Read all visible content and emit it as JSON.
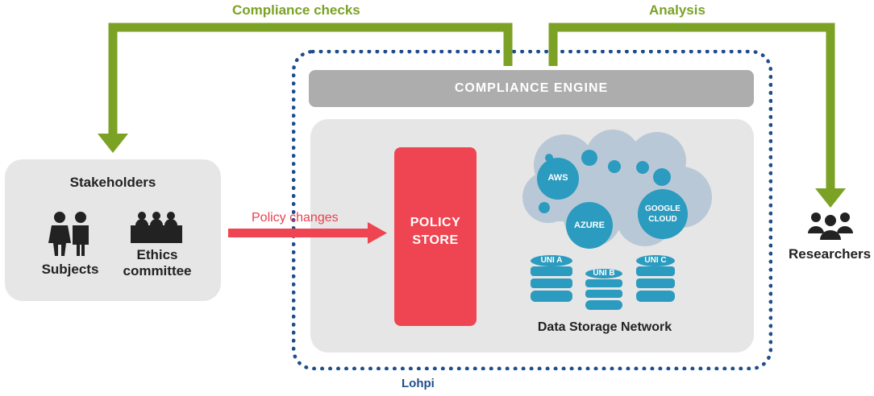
{
  "labels": {
    "compliance_checks": "Compliance checks",
    "analysis": "Analysis",
    "policy_changes": "Policy changes",
    "compliance_engine": "COMPLIANCE ENGINE",
    "policy_store_line1": "POLICY",
    "policy_store_line2": "STORE",
    "lohpi": "Lohpi",
    "stakeholders": "Stakeholders",
    "subjects": "Subjects",
    "ethics_line1": "Ethics",
    "ethics_line2": "committee",
    "researchers": "Researchers",
    "data_storage_network": "Data Storage Network"
  },
  "cloud_nodes": {
    "aws": "AWS",
    "azure": "AZURE",
    "google_line1": "GOOGLE",
    "google_line2": "CLOUD"
  },
  "databases": {
    "uni_a": "UNI A",
    "uni_b": "UNI B",
    "uni_c": "UNI C"
  },
  "colors": {
    "green_arrow": "#7ba225",
    "red_accent": "#ef4552",
    "dotted_border": "#1f4e8c",
    "engine_gray": "#adadad",
    "panel_gray": "#e6e6e6",
    "cloud_bg": "#b9c8d6",
    "teal": "#2b9bbf",
    "icon_dark": "#222222"
  }
}
